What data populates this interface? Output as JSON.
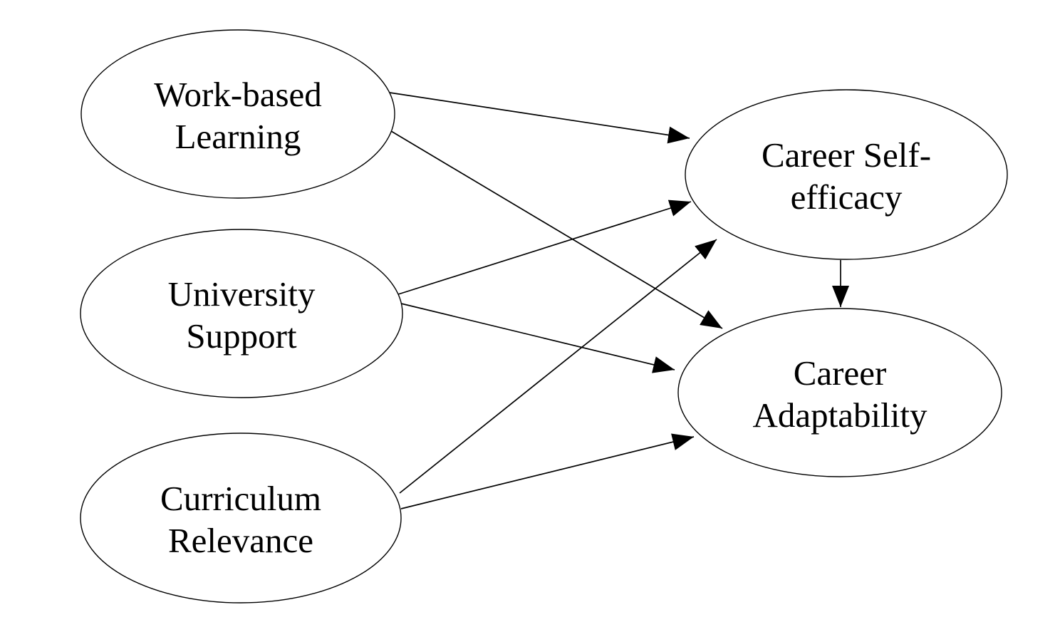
{
  "diagram": {
    "background_color": "#ffffff",
    "stroke_color": "#000000",
    "text_color": "#000000",
    "nodes": {
      "work_based_learning": {
        "label": "Work-based Learning",
        "line1": "Work-based",
        "line2": "Learning"
      },
      "university_support": {
        "label": "University Support",
        "line1": "University",
        "line2": "Support"
      },
      "curriculum_relevance": {
        "label": "Curriculum Relevance",
        "line1": "Curriculum",
        "line2": "Relevance"
      },
      "career_self_efficacy": {
        "label": "Career Self-efficacy",
        "line1": "Career Self-",
        "line2": "efficacy"
      },
      "career_adaptability": {
        "label": "Career Adaptability",
        "line1": "Career",
        "line2": "Adaptability"
      }
    },
    "edges": [
      {
        "from": "Work-based Learning",
        "to": "Career Self-efficacy"
      },
      {
        "from": "Work-based Learning",
        "to": "Career Adaptability"
      },
      {
        "from": "University Support",
        "to": "Career Self-efficacy"
      },
      {
        "from": "University Support",
        "to": "Career Adaptability"
      },
      {
        "from": "Curriculum Relevance",
        "to": "Career Self-efficacy"
      },
      {
        "from": "Curriculum Relevance",
        "to": "Career Adaptability"
      },
      {
        "from": "Career Self-efficacy",
        "to": "Career Adaptability"
      }
    ]
  }
}
